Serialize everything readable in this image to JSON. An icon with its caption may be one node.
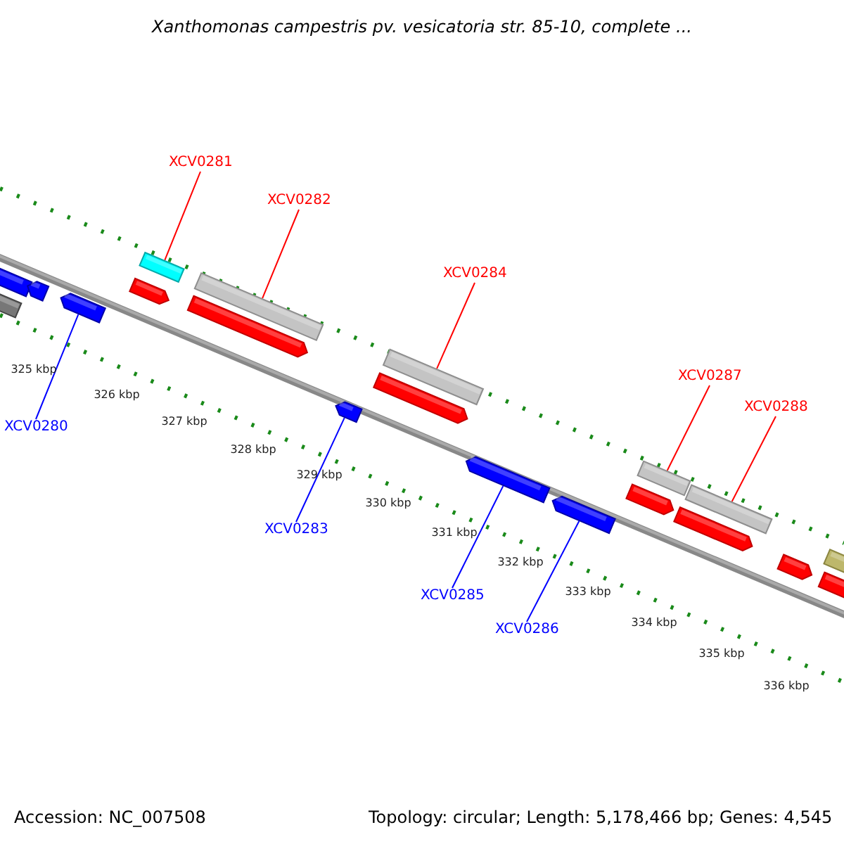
{
  "diagram": {
    "title": "Xanthomonas campestris pv. vesicatoria str. 85-10, complete ...",
    "nodes": [
      {
        "text": [
          "XCV0281"
        ]
      },
      {
        "text": [
          "XCV0282"
        ]
      },
      {
        "text": [
          "XCV0284"
        ]
      },
      {
        "text": [
          "XCV0287"
        ]
      },
      {
        "text": [
          "XCV0288"
        ]
      },
      {
        "text": [
          "XCV0280"
        ]
      },
      {
        "text": [
          "XCV0283"
        ]
      },
      {
        "text": [
          "XCV0285"
        ]
      },
      {
        "text": [
          "XCV0286"
        ]
      },
      {
        "text": [],
        "shape": "bar"
      },
      {
        "text": [],
        "shape": "bar"
      },
      {
        "text": [],
        "shape": "bar"
      },
      {
        "text": [],
        "shape": "bar"
      },
      {
        "text": [],
        "shape": "bar"
      },
      {
        "text": [],
        "shape": "bar"
      },
      {
        "text": [],
        "shape": "bar"
      },
      {
        "text": [],
        "shape": "bar"
      },
      {
        "text": [],
        "shape": "bar"
      },
      {
        "text": [],
        "shape": "bar"
      },
      {
        "text": [],
        "shape": "bar"
      },
      {
        "text": [],
        "shape": "bar"
      },
      {
        "text": [],
        "shape": "bar"
      },
      {
        "text": [],
        "shape": "bar"
      },
      {
        "text": [],
        "shape": "bar"
      },
      {
        "text": [],
        "shape": "bar"
      },
      {
        "text": [],
        "shape": "bar"
      },
      {
        "text": [],
        "shape": "bar"
      },
      {
        "text": [],
        "shape": "bar"
      },
      {
        "text": [],
        "shape": "bar"
      }
    ],
    "edges": [
      {
        "from": 0,
        "to": 14,
        "arrow": "none",
        "color": "#ff0000"
      },
      {
        "from": 1,
        "to": 16,
        "arrow": "none",
        "color": "#ff0000"
      },
      {
        "from": 2,
        "to": 19,
        "arrow": "none",
        "color": "#ff0000"
      },
      {
        "from": 3,
        "to": 23,
        "arrow": "none",
        "color": "#ff0000"
      },
      {
        "from": 4,
        "to": 25,
        "arrow": "none",
        "color": "#ff0000"
      },
      {
        "from": 5,
        "to": 12,
        "arrow": "none",
        "color": "#0000ff"
      },
      {
        "from": 6,
        "to": 17,
        "arrow": "none",
        "color": "#0000ff"
      },
      {
        "from": 7,
        "to": 20,
        "arrow": "none",
        "color": "#0000ff"
      },
      {
        "from": 8,
        "to": 21,
        "arrow": "none",
        "color": "#0000ff"
      }
    ],
    "labels": [
      "325 kbp",
      "326 kbp",
      "327 kbp",
      "328 kbp",
      "329 kbp",
      "330 kbp",
      "331 kbp",
      "332 kbp",
      "333 kbp",
      "334 kbp",
      "335 kbp",
      "336 kbp",
      "Accession: NC_007508",
      "Topology: circular; Length: 5,178,466 bp; Genes: 4,545"
    ]
  }
}
